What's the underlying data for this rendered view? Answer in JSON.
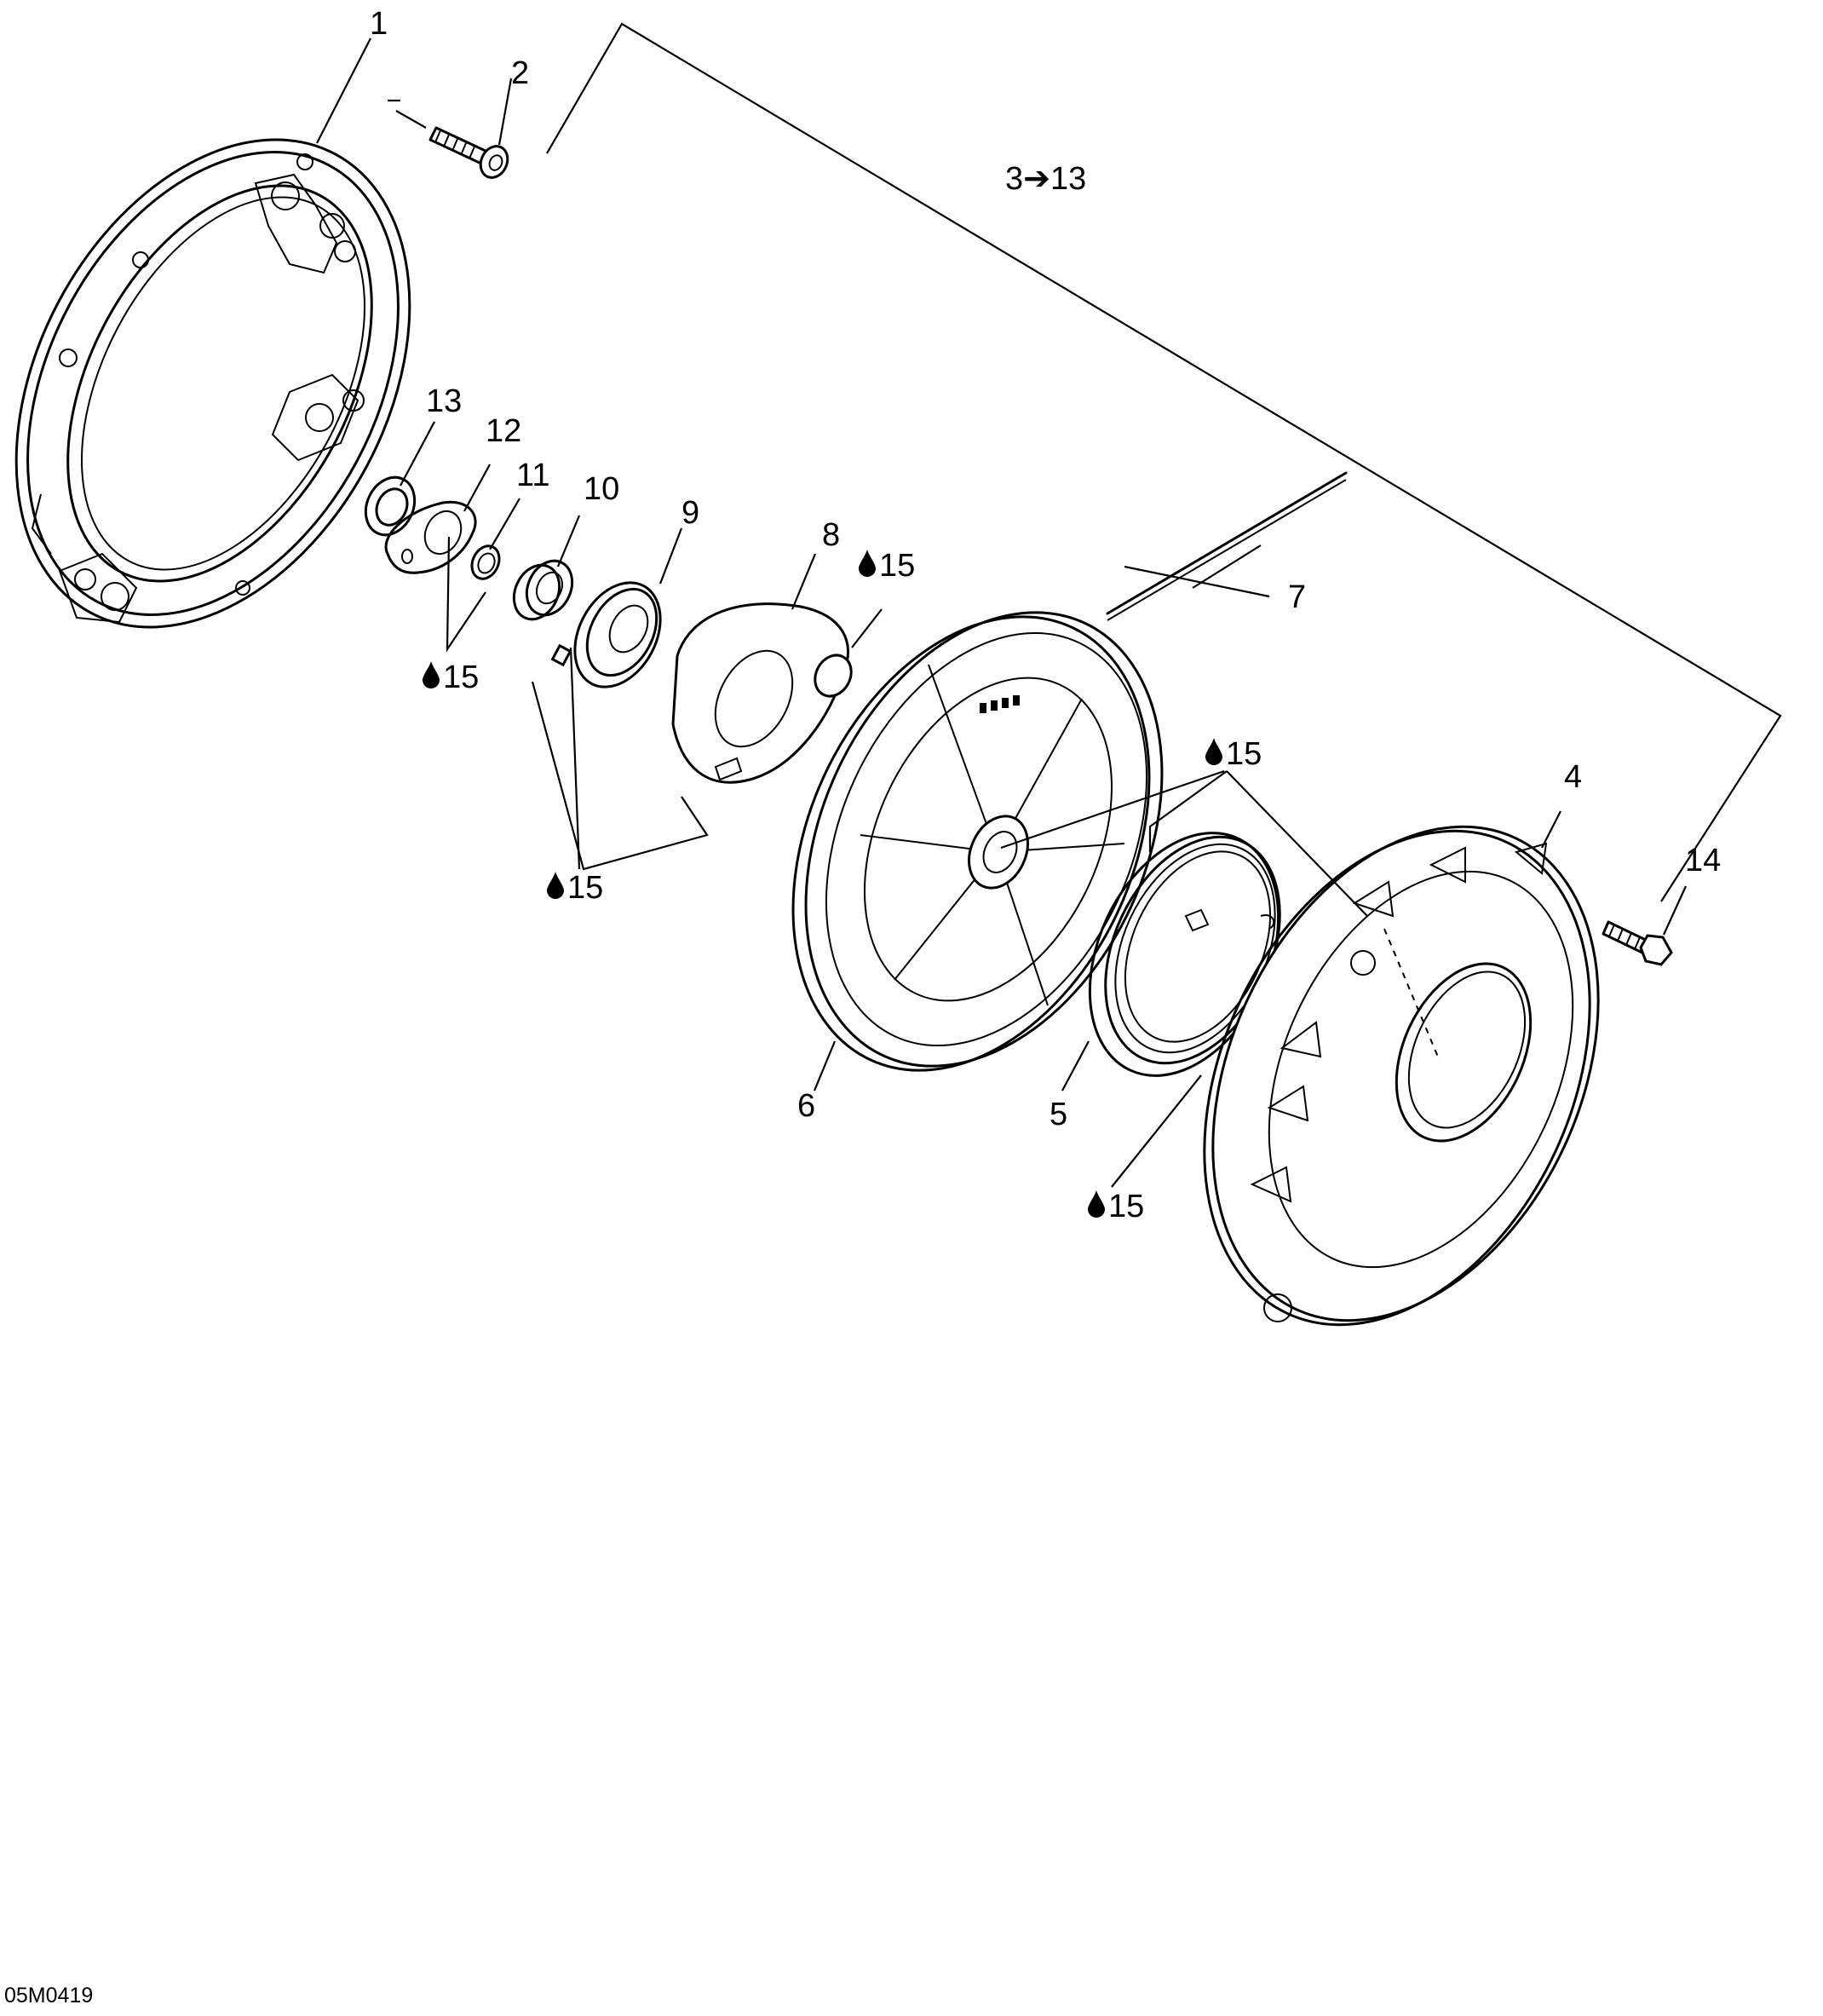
{
  "diagram": {
    "reference_code": "05M0419",
    "callouts": {
      "c1": "1",
      "c2": "2",
      "c3_13": "3➔13",
      "c4": "4",
      "c5": "5",
      "c6": "6",
      "c7": "7",
      "c8": "8",
      "c9": "9",
      "c10": "10",
      "c11": "11",
      "c12": "12",
      "c13": "13",
      "c14": "14"
    },
    "lubricant_ref": "15",
    "lubricant_icon": "oil-drop-icon"
  }
}
